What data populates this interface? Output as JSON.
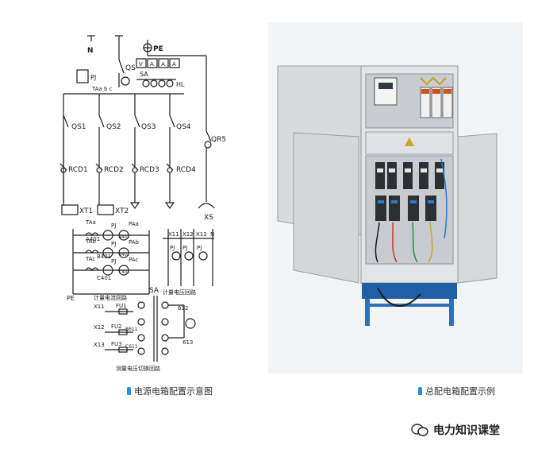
{
  "labels": {
    "n": "N",
    "pe": "PE",
    "qs": "QS",
    "sa_top": "SA",
    "pj": "PJ",
    "ta_abc": "TAa b c",
    "hl": "HL",
    "qs1": "QS1",
    "qs2": "QS2",
    "qs3": "QS3",
    "qs4": "QS4",
    "qr5": "QR5",
    "rcd1": "RCD1",
    "rcd2": "RCD2",
    "rcd3": "RCD3",
    "rcd4": "RCD4",
    "xt1": "XT1",
    "xt2": "XT2",
    "xs": "XS",
    "v": "V",
    "a": "A",
    "taa": "TAa",
    "tab": "TAb",
    "tac": "TAc",
    "paa": "PAa",
    "pab": "PAb",
    "pac": "PAc",
    "a401": "A401",
    "b401": "B401",
    "c401": "C401",
    "a402": "A402",
    "b402": "B402",
    "c402": "C402",
    "pe_bottom": "PE",
    "current_loop": "计量电流回路",
    "voltage_loop": "计量电压回路",
    "x11": "X11",
    "x12": "X12",
    "x13": "X13",
    "fu1": "FU1",
    "fu2": "FU2",
    "fu3": "FU3",
    "b611": "B611",
    "c611": "C611",
    "sa_bottom": "SA",
    "n612": "612",
    "n613": "613",
    "switch_loop": "测量电压切换回路",
    "cabinet_symbol": "⚠"
  },
  "captions": {
    "left": "电源电箱配置示意图",
    "right": "总配电箱配置示例"
  },
  "watermark": "电力知识课堂"
}
